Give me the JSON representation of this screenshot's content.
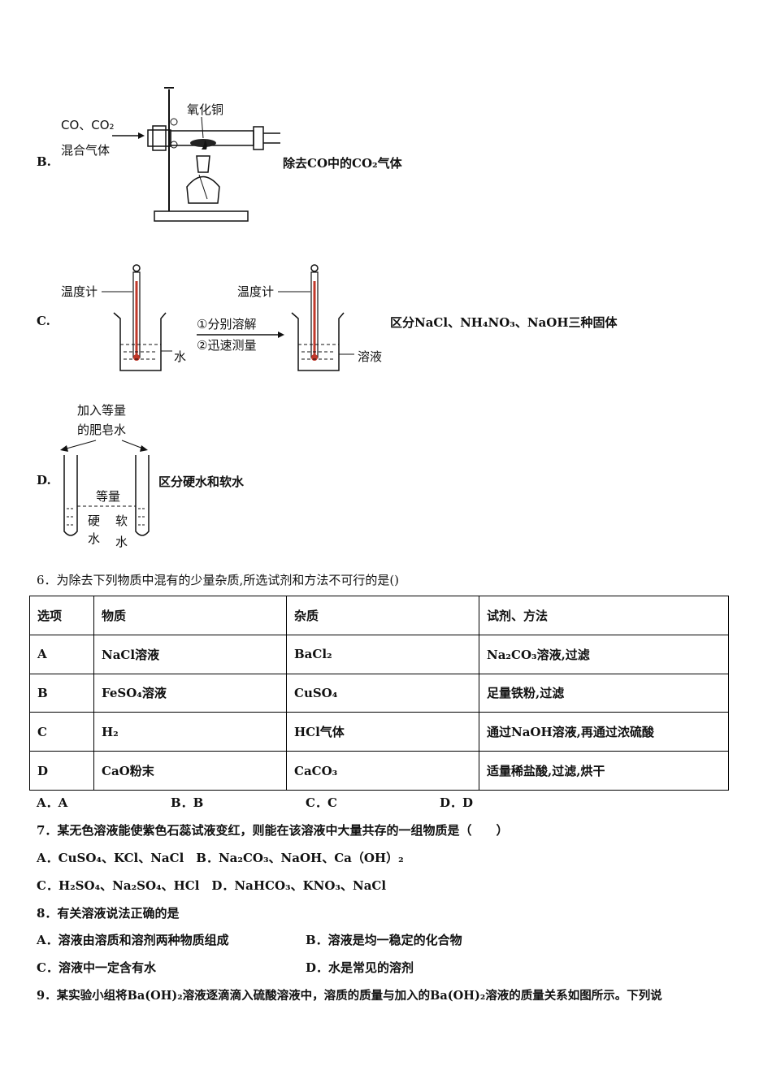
{
  "q5": {
    "B": {
      "letter": "B.",
      "labels": {
        "gas_line1": "CO、CO₂",
        "gas_line2": "混合气体",
        "oxide": "氧化铜"
      },
      "description": "除去CO中的CO₂气体"
    },
    "C": {
      "letter": "C.",
      "labels": {
        "thermo1": "温度计",
        "thermo2": "温度计",
        "step1": "①分别溶解",
        "step2": "②迅速测量",
        "water": "水",
        "solution": "溶液"
      },
      "description": "区分NaCl、NH₄NO₃、NaOH三种固体"
    },
    "D": {
      "letter": "D.",
      "labels": {
        "add_line1": "加入等量",
        "add_line2": "的肥皂水",
        "equal": "等量",
        "hard1": "硬",
        "hard2": "水",
        "soft1": "软",
        "soft2": "水"
      },
      "description": "区分硬水和软水"
    }
  },
  "q6": {
    "stem": "6．为除去下列物质中混有的少量杂质,所选试剂和方法不可行的是()",
    "headers": [
      "选项",
      "物质",
      "杂质",
      "试剂、方法"
    ],
    "rows": [
      [
        "A",
        "NaCl溶液",
        "BaCl₂",
        "Na₂CO₃溶液,过滤"
      ],
      [
        "B",
        "FeSO₄溶液",
        "CuSO₄",
        "足量铁粉,过滤"
      ],
      [
        "C",
        "H₂",
        "HCl气体",
        "通过NaOH溶液,再通过浓硫酸"
      ],
      [
        "D",
        "CaO粉末",
        "CaCO₃",
        "适量稀盐酸,过滤,烘干"
      ]
    ],
    "answers": [
      "A．A",
      "B．B",
      "C．C",
      "D．D"
    ]
  },
  "q7": {
    "stem": "7．某无色溶液能使紫色石蕊试液变红，则能在该溶液中大量共存的一组物质是（　　）",
    "line1": "A．CuSO₄、KCl、NaCl　B．Na₂CO₃、NaOH、Ca（OH）₂",
    "line2": "C．H₂SO₄、Na₂SO₄、HCl　D．NaHCO₃、KNO₃、NaCl"
  },
  "q8": {
    "stem": "8．有关溶液说法正确的是",
    "A": "A．溶液由溶质和溶剂两种物质组成",
    "B": "B．溶液是均一稳定的化合物",
    "C": "C．溶液中一定含有水",
    "D": "D．水是常见的溶剂"
  },
  "q9": {
    "stem": "9．某实验小组将Ba(OH)₂溶液逐滴滴入硫酸溶液中，溶质的质量与加入的Ba(OH)₂溶液的质量关系如图所示。下列说"
  }
}
